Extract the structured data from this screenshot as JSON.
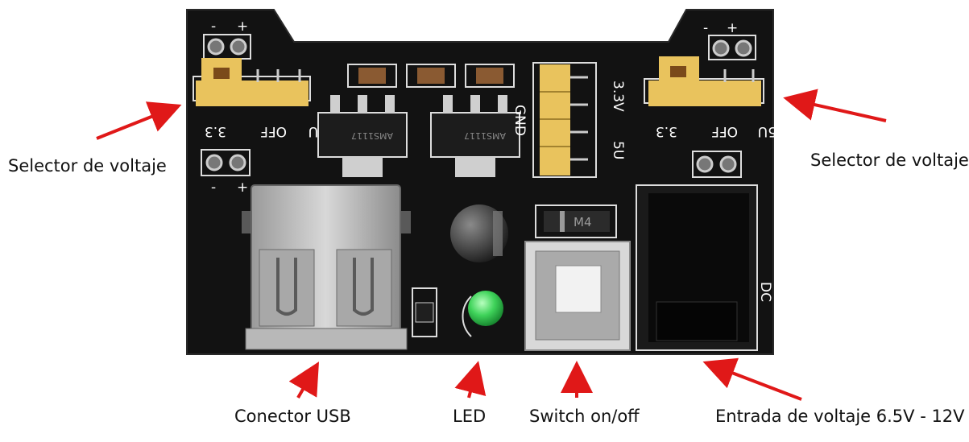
{
  "labels": {
    "selector_left": "Selector de voltaje",
    "selector_right": "Selector de voltaje",
    "usb": "Conector USB",
    "led": "LED",
    "switch": "Switch on/off",
    "power_input": "Entrada de voltaje 6.5V - 12V"
  },
  "silkscreen": {
    "minus": "-",
    "plus": "+",
    "v33": "3.3",
    "off": "OFF",
    "v5": "5U",
    "v33_side": "3.3V",
    "gnd": "GND",
    "v5_side": "5U",
    "diode": "M4",
    "regulator": "AMS1117",
    "dc": "DC"
  },
  "colors": {
    "pcb": "#121212",
    "header": "#e9c35d",
    "led": "#3fd35a",
    "arrow": "#e01818",
    "usb_metal": "#c4c4c4"
  }
}
